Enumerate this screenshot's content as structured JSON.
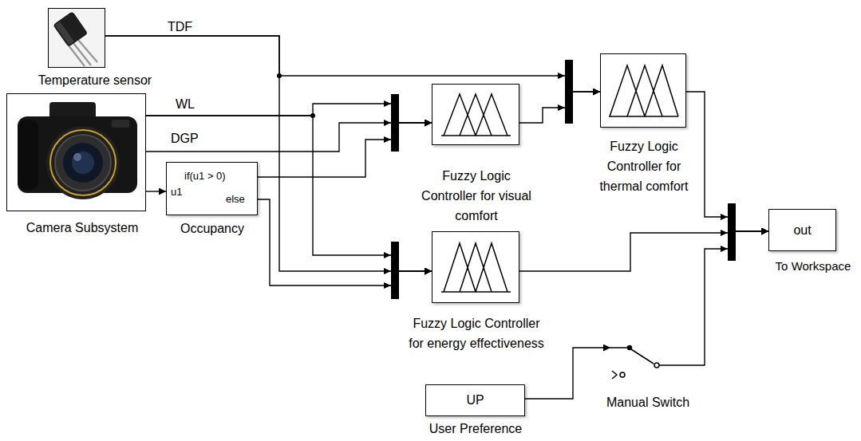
{
  "diagram": {
    "nodes": [
      {
        "text": [
          "Temperature sensor"
        ]
      },
      {
        "text": [
          "Camera Subsystem"
        ]
      },
      {
        "text": [
          "if(u1 > 0)",
          "u1",
          "else",
          "Occupancy"
        ]
      },
      {
        "text": [
          "Fuzzy Logic Controller for visual comfort"
        ]
      },
      {
        "text": [
          "Fuzzy Logic Controller for thermal comfort"
        ]
      },
      {
        "text": [
          "Fuzzy Logic Controller for energy effectiveness"
        ]
      },
      {
        "text": [
          "out",
          "To Workspace"
        ]
      },
      {
        "text": [
          "UP",
          "User Preference"
        ]
      },
      {
        "text": [
          "Manual Switch"
        ]
      }
    ],
    "edges": [
      {
        "from": 0,
        "to": 4,
        "arrow": "to",
        "label": "TDF"
      },
      {
        "from": 0,
        "to": 5,
        "arrow": "to"
      },
      {
        "from": 1,
        "to": 3,
        "arrow": "to",
        "label": "WL"
      },
      {
        "from": 1,
        "to": 5,
        "arrow": "to"
      },
      {
        "from": 1,
        "to": 3,
        "arrow": "to",
        "label": "DGP"
      },
      {
        "from": 1,
        "to": 2,
        "arrow": "to"
      },
      {
        "from": 2,
        "to": 3,
        "arrow": "to"
      },
      {
        "from": 2,
        "to": 5,
        "arrow": "to"
      },
      {
        "from": 3,
        "to": 4,
        "arrow": "to"
      },
      {
        "from": 4,
        "to": 6,
        "arrow": "to"
      },
      {
        "from": 5,
        "to": 6,
        "arrow": "to"
      },
      {
        "from": 7,
        "to": 8,
        "arrow": "to"
      },
      {
        "from": 8,
        "to": 6,
        "arrow": "to"
      }
    ]
  }
}
